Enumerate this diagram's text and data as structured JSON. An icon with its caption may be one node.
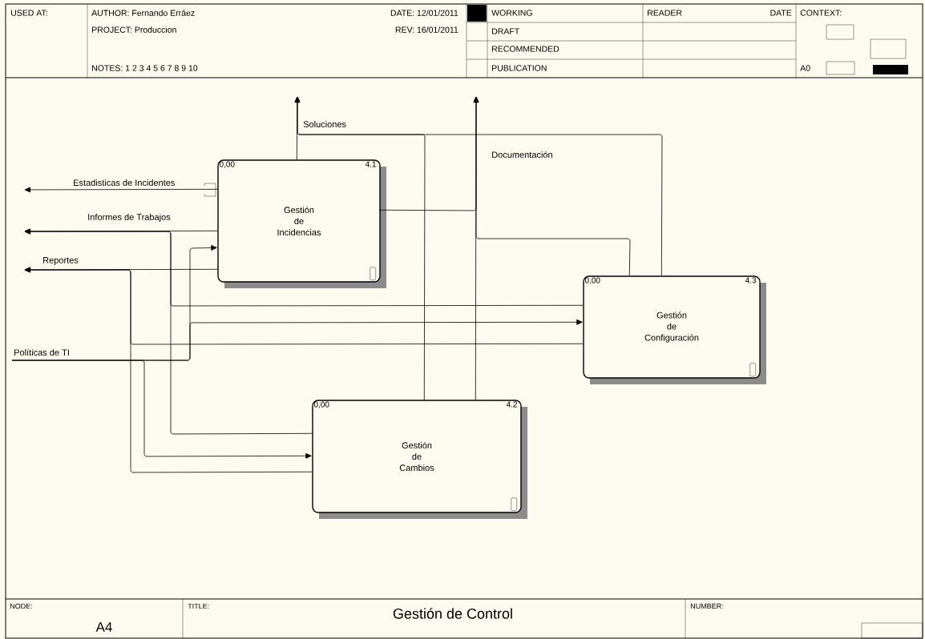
{
  "diagram": {
    "title": "Gestión de Control",
    "nodes": [
      {
        "text": [
          "0,00",
          "4.1",
          "Gestión de Incidencias"
        ]
      },
      {
        "text": [
          "0,00",
          "4.3",
          "Gestión de Configuración"
        ]
      },
      {
        "text": [
          "0,00",
          "4.2",
          "Gestión de Cambios"
        ]
      }
    ],
    "edges": [
      {
        "from": 0,
        "to": null,
        "arrow": "to",
        "label": "Soluciones"
      },
      {
        "from": 2,
        "to": null,
        "arrow": "to"
      },
      {
        "from": 1,
        "to": null,
        "arrow": "to"
      },
      {
        "from": 0,
        "to": null,
        "arrow": "to",
        "label": "Documentación"
      },
      {
        "from": 2,
        "to": null,
        "arrow": "to"
      },
      {
        "from": 1,
        "to": null,
        "arrow": "to"
      },
      {
        "from": 0,
        "to": null,
        "arrow": "to",
        "label": "Estadisticas de Incidentes"
      },
      {
        "from": 0,
        "to": null,
        "arrow": "to",
        "label": "Informes de Trabajos"
      },
      {
        "from": 1,
        "to": null,
        "arrow": "to"
      },
      {
        "from": 2,
        "to": null,
        "arrow": "to"
      },
      {
        "from": 0,
        "to": null,
        "arrow": "to",
        "label": "Reportes"
      },
      {
        "from": 1,
        "to": null,
        "arrow": "to"
      },
      {
        "from": 2,
        "to": null,
        "arrow": "to"
      },
      {
        "from": null,
        "to": 0,
        "arrow": "to",
        "label": "Políticas de TI"
      },
      {
        "from": null,
        "to": 1,
        "arrow": "to"
      },
      {
        "from": null,
        "to": 2,
        "arrow": "to"
      }
    ],
    "labels": [
      "USED AT:",
      "AUTHOR: Fernando Erráez",
      "PROJECT: Produccion",
      "NOTES: 1 2 3 4 5 6 7 8 9 10",
      "DATE: 12/01/2011",
      "REV: 16/01/2011",
      "WORKING",
      "DRAFT",
      "RECOMMENDED",
      "PUBLICATION",
      "READER",
      "DATE",
      "CONTEXT:",
      "A0",
      "NODE:",
      "A4",
      "TITLE:",
      "NUMBER:"
    ]
  }
}
